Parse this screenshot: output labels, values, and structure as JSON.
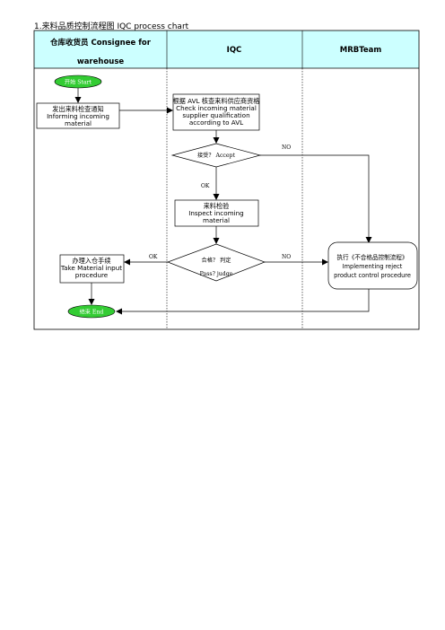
{
  "title": "1.来料品质控制流程图  IQC process chart",
  "lanes": [
    {
      "line1": "仓库收货员 Consignee for",
      "line2": "warehouse"
    },
    {
      "line1": "IQC"
    },
    {
      "line1": "MRBTeam"
    }
  ],
  "nodes": {
    "start": "开始  Start",
    "inform_cn": "发出来料检查通知",
    "inform_en1": "Informing incoming",
    "inform_en2": "material",
    "check_cn": "根据 AVL 核查来料供应商资格",
    "check_en1": "Check incoming material",
    "check_en2": "supplier qualification",
    "check_en3": "according to AVL",
    "accept": "接受？ Accept",
    "inspect_cn": "来料检验",
    "inspect_en1": "Inspect incoming",
    "inspect_en2": "material",
    "pass_cn": "合格？ 判定",
    "pass_en": "Pass? judge",
    "store_cn": "办理入仓手续",
    "store_en1": "Take Material input",
    "store_en2": "procedure",
    "reject_cn": "执行《不合格品控制流程》",
    "reject_en1": "Implementing reject",
    "reject_en2": "product control procedure",
    "end": "结束  End"
  },
  "edge_labels": {
    "accept_no": "NO",
    "accept_ok": "OK",
    "pass_ok": "OK",
    "pass_no": "NO"
  },
  "colors": {
    "header_fill": "#ccffff",
    "terminal_fill": "#33cc33",
    "line": "#000000"
  }
}
